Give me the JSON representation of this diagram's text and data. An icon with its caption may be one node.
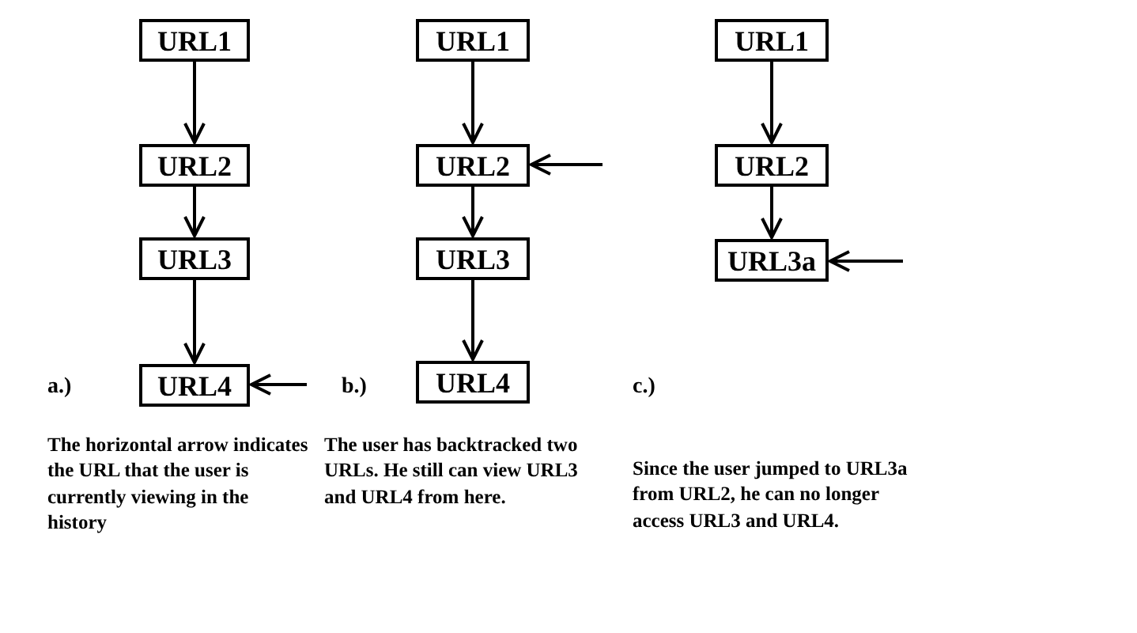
{
  "diagram": {
    "nodes": [
      {
        "text": [
          "URL1"
        ]
      },
      {
        "text": [
          "URL2"
        ]
      },
      {
        "text": [
          "URL3"
        ]
      },
      {
        "text": [
          "URL4"
        ]
      },
      {
        "text": [
          "URL1"
        ]
      },
      {
        "text": [
          "URL2"
        ]
      },
      {
        "text": [
          "URL3"
        ]
      },
      {
        "text": [
          "URL4"
        ]
      },
      {
        "text": [
          "URL1"
        ]
      },
      {
        "text": [
          "URL2"
        ]
      },
      {
        "text": [
          "URL3a"
        ]
      }
    ],
    "edges": [
      {
        "from": 0,
        "to": 1,
        "arrow": "to"
      },
      {
        "from": 1,
        "to": 2,
        "arrow": "to"
      },
      {
        "from": 2,
        "to": 3,
        "arrow": "to"
      },
      {
        "from": null,
        "to": 3,
        "arrow": "to"
      },
      {
        "from": 4,
        "to": 5,
        "arrow": "to"
      },
      {
        "from": 5,
        "to": 6,
        "arrow": "to"
      },
      {
        "from": 6,
        "to": 7,
        "arrow": "to"
      },
      {
        "from": null,
        "to": 5,
        "arrow": "to"
      },
      {
        "from": 8,
        "to": 9,
        "arrow": "to"
      },
      {
        "from": 9,
        "to": 10,
        "arrow": "to"
      },
      {
        "from": null,
        "to": 10,
        "arrow": "to"
      }
    ],
    "labels": [
      "a.)",
      "b.)",
      "c.)",
      "The horizontal arrow indicates the URL that the user is currently viewing in the history",
      "The user has backtracked two URLs. He still can view URL3 and URL4 from here.",
      "Since the user jumped to URL3a from URL2, he can no longer access URL3 and URL4."
    ]
  }
}
